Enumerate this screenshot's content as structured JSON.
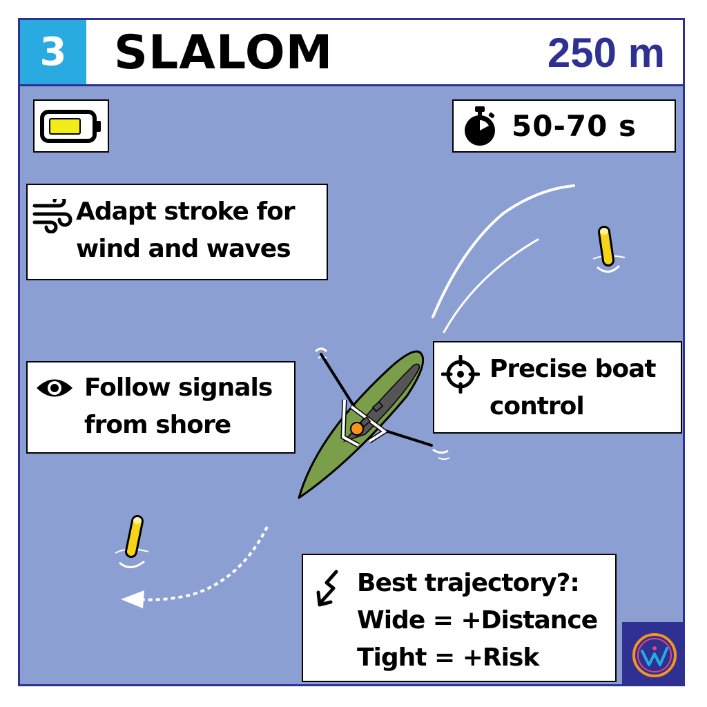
{
  "header": {
    "number": "3",
    "title": "SLALOM",
    "distance": "250 m"
  },
  "intensity": {
    "icon": "battery-icon",
    "level": 0.5
  },
  "timer": {
    "icon": "stopwatch-icon",
    "value": "50-70 s"
  },
  "tips": [
    {
      "icon": "wind-icon",
      "lines": [
        "Adapt stroke for",
        "wind and waves"
      ]
    },
    {
      "icon": "eye-icon",
      "lines": [
        "Follow signals",
        "from shore"
      ]
    },
    {
      "icon": "crosshair-icon",
      "lines": [
        "Precise boat",
        "control"
      ]
    },
    {
      "icon": "zigzag-arrow-icon",
      "lines": [
        "Best trajectory?:",
        "Wide = +Distance",
        "Tight = +Risk"
      ]
    }
  ],
  "colors": {
    "water": "#8b9fd3",
    "accent_blue": "#29abe2",
    "brand_navy": "#2e3192",
    "buoy_yellow": "#f7d417",
    "boat_green": "#7a9e4a",
    "battery_fill": "#f3ec19"
  },
  "logo": {
    "icon": "brand-logo-icon"
  }
}
